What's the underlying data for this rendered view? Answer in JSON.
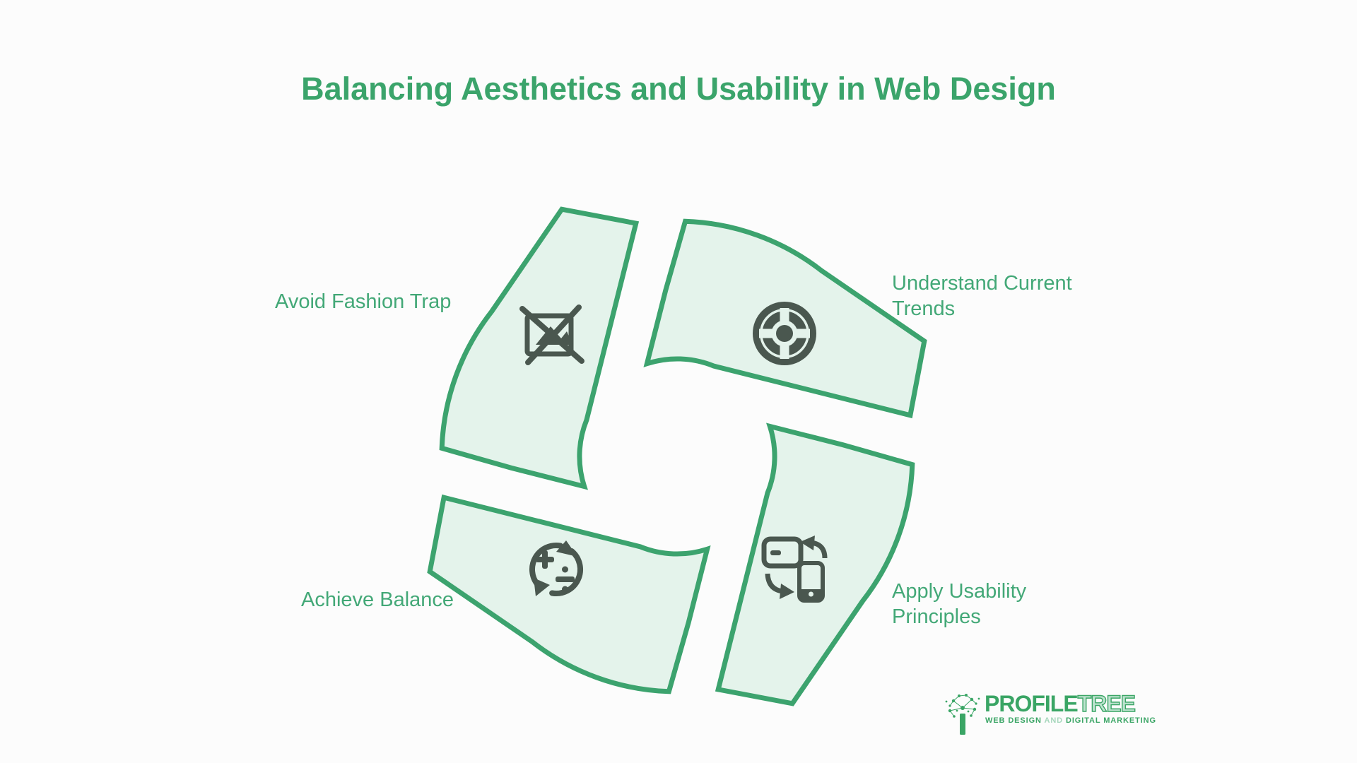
{
  "title": "Balancing Aesthetics and Usability in Web Design",
  "colors": {
    "background": "#fcfcfc",
    "title_green": "#3BA46B",
    "label_green": "#43A877",
    "arrow_stroke": "#3CA36E",
    "arrow_fill": "#E4F3EB",
    "icon_dark": "#4A574F",
    "logo_green": "#3AA565",
    "logo_light_green": "#A6D7BC"
  },
  "cycle": {
    "type": "circular-process",
    "direction": "clockwise",
    "steps": [
      {
        "label": "Avoid Fashion Trap",
        "icon": "no-image-icon",
        "position": "top-left"
      },
      {
        "label": "Understand Current Trends",
        "icon": "wheel-icon",
        "position": "top-right"
      },
      {
        "label": "Apply Usability Principles",
        "icon": "devices-sync-icon",
        "position": "bottom-right"
      },
      {
        "label": "Achieve Balance",
        "icon": "math-cycle-icon",
        "position": "bottom-left"
      }
    ]
  },
  "logo": {
    "name": "PROFILE",
    "name2": "TREE",
    "tagline_part1": "WEB DESIGN",
    "tagline_and": "AND",
    "tagline_part2": "DIGITAL MARKETING"
  }
}
